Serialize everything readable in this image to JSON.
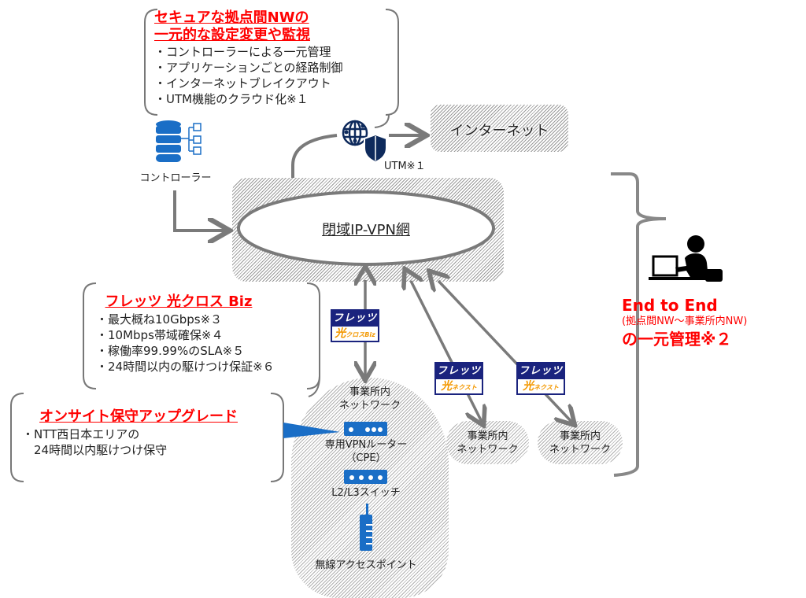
{
  "top_box": {
    "title_line1": "セキュアな拠点間NWの",
    "title_line2": "一元的な設定変更や監視",
    "items": [
      "・コントローラーによる一元管理",
      "・アプリケーションごとの経路制御",
      "・インターネットブレイクアウト",
      "・UTM機能のクラウド化※１"
    ]
  },
  "controller": {
    "label": "コントローラー",
    "icon": "database-icon"
  },
  "utm": {
    "label": "UTM※１",
    "icon": "globe-shield-icon"
  },
  "internet": {
    "label": "インターネット"
  },
  "vpn": {
    "label": "閉域IP-VPN網"
  },
  "flets_box": {
    "title": "フレッツ 光クロス Biz",
    "items": [
      "・最大概ね10Gbps※３",
      "・10Mbps帯域確保※４",
      "・稼働率99.99%のSLA※５",
      "・24時間以内の駆けつけ保証※６"
    ]
  },
  "onsite_box": {
    "title": "オンサイト保守アップグレード",
    "items": [
      "・NTT西日本エリアの",
      "　24時間以内駆けつけ保守"
    ]
  },
  "badges": {
    "cross_biz": {
      "top": "フレッツ",
      "hikari": "光",
      "sub": "クロスBiz"
    },
    "next_1": {
      "top": "フレッツ",
      "hikari": "光",
      "sub": "ネクスト"
    },
    "next_2": {
      "top": "フレッツ",
      "hikari": "光",
      "sub": "ネクスト"
    }
  },
  "main_site": {
    "title_line1": "事業所内",
    "title_line2": "ネットワーク",
    "router_label_line1": "専用VPNルーター",
    "router_label_line2": "（CPE）",
    "switch_label": "L2/L3スイッチ",
    "ap_label": "無線アクセスポイント"
  },
  "site_2": {
    "line1": "事業所内",
    "line2": "ネットワーク"
  },
  "site_3": {
    "line1": "事業所内",
    "line2": "ネットワーク"
  },
  "end_to_end": {
    "line1": "End to End",
    "line2": "(拠点間NW～事業所内NW)",
    "line3": "の一元管理※２",
    "icon": "person-laptop-icon"
  },
  "colors": {
    "accent_red": "#ff0000",
    "icon_blue": "#1a6ec6",
    "navy": "#0e2a5c",
    "badge_navy": "#1a237e",
    "badge_orange": "#f39800",
    "arrow_gray": "#7a7a7a"
  }
}
